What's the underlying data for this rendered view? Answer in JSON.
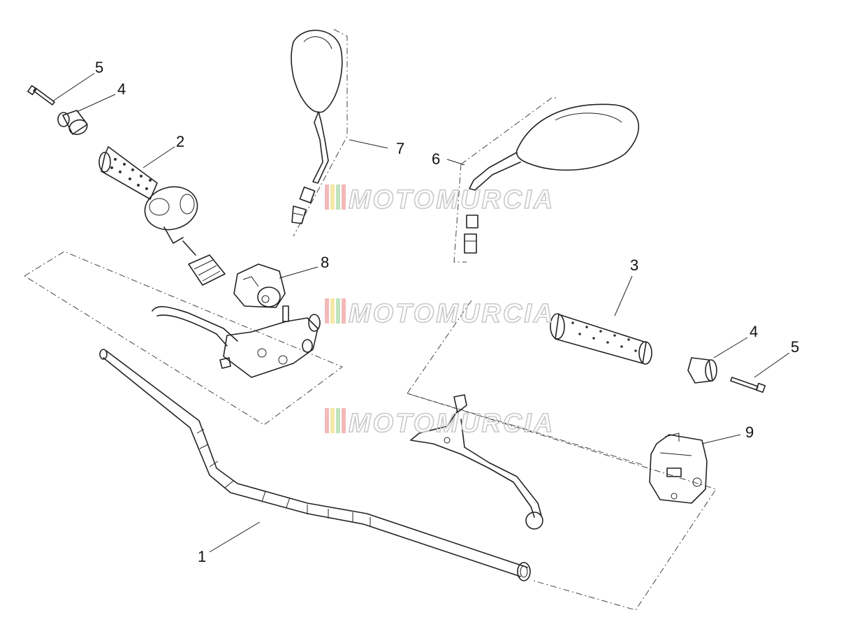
{
  "diagram": {
    "part_numbers": {
      "handlebar": "1",
      "left_grip": "2",
      "right_grip": "3",
      "left_bar_end_weight": "4",
      "right_bar_end_weight": "4",
      "left_bar_end_screw": "5",
      "right_bar_end_screw": "5",
      "right_mirror": "6",
      "left_mirror": "7",
      "left_switch": "8",
      "right_switch": "9"
    },
    "watermarks": [
      "MOTOMURCIA",
      "MOTOMURCIA",
      "MOTOMURCIA"
    ],
    "colors": {
      "line": "#222222",
      "watermark_red": "#f3b9b9",
      "watermark_yellow": "#f6e7a6",
      "watermark_green": "#bfe3bf"
    }
  }
}
